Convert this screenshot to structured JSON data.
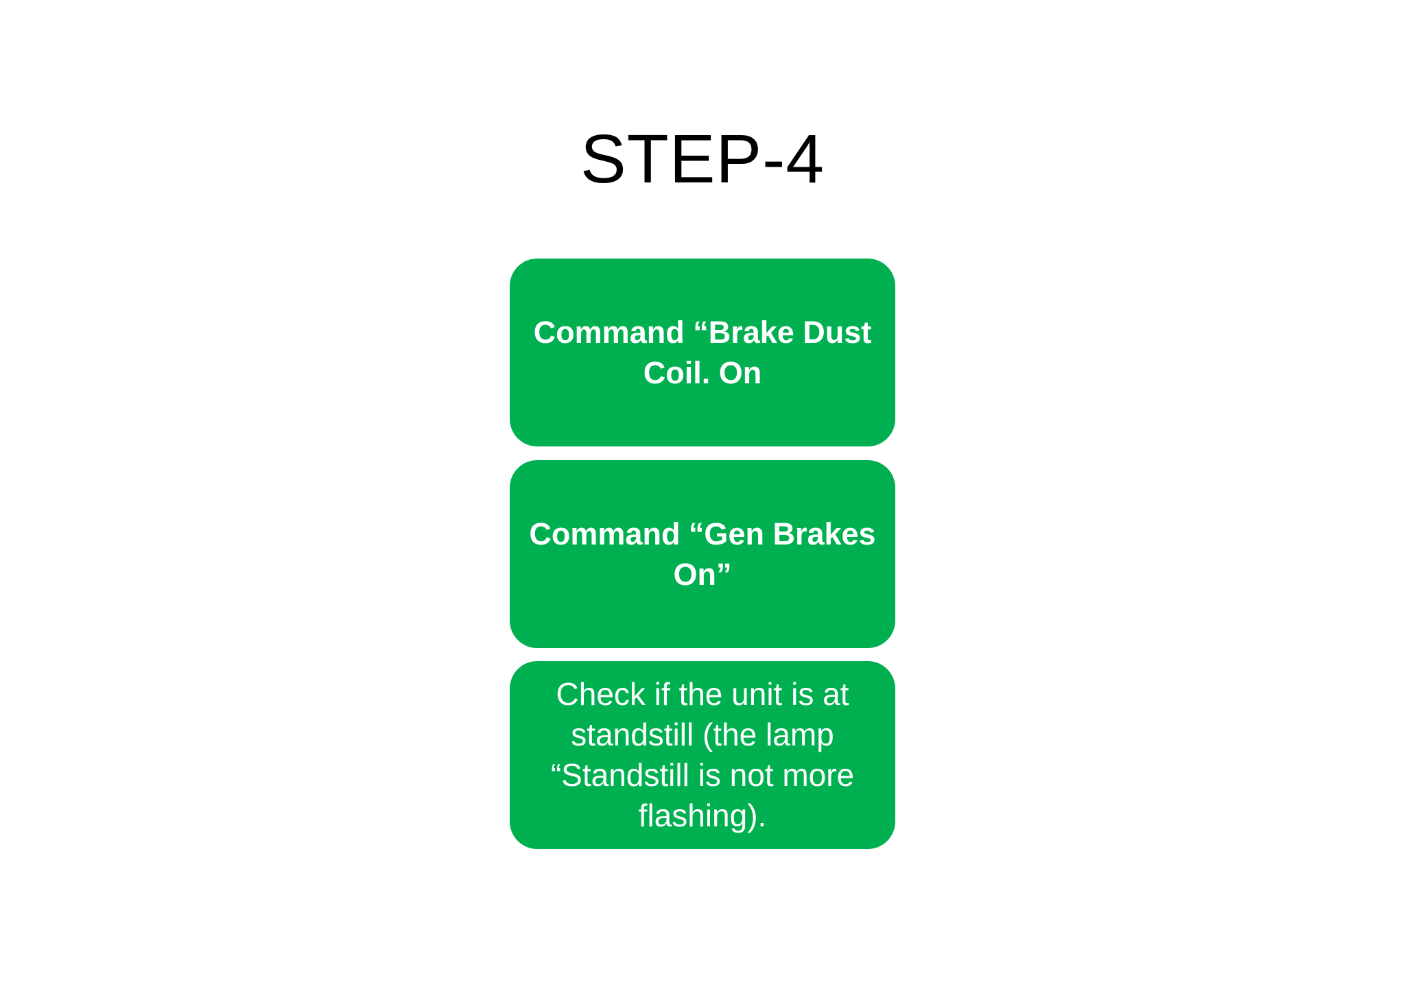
{
  "title": "STEP-4",
  "steps": [
    {
      "text": "Command “Brake Dust Coil. On"
    },
    {
      "text": "Command “Gen Brakes On”"
    },
    {
      "text": "Check if the unit is at standstill (the lamp “Standstill is not more flashing)."
    }
  ],
  "colors": {
    "box_fill": "#00b050",
    "box_text": "#ffffff",
    "title_text": "#000000",
    "background": "#ffffff"
  }
}
